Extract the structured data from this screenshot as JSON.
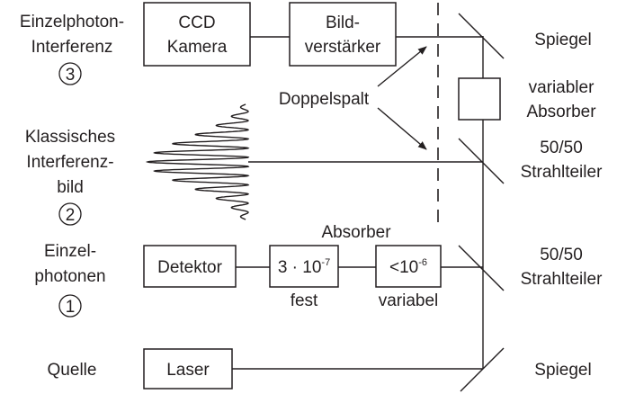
{
  "left_labels": {
    "level3_line1": "Einzelphoton-",
    "level3_line2": "Interferenz",
    "level3_number": "3",
    "level2_line1": "Klassisches",
    "level2_line2": "Interferenz-",
    "level2_line3": "bild",
    "level2_number": "2",
    "level1_line1": "Einzel-",
    "level1_line2": "photonen",
    "level1_number": "1",
    "source": "Quelle"
  },
  "boxes": {
    "ccd_line1": "CCD",
    "ccd_line2": "Kamera",
    "bild_line1": "Bild-",
    "bild_line2": "verstärker",
    "detektor": "Detektor",
    "fixed_abs_base": "3 · 10",
    "fixed_abs_exp": "-7",
    "var_abs_base": "<10",
    "var_abs_exp": "-6",
    "laser": "Laser"
  },
  "middle_labels": {
    "absorber": "Absorber",
    "fest": "fest",
    "variabel": "variabel",
    "doppelspalt": "Doppelspalt"
  },
  "right_labels": {
    "spiegel_top": "Spiegel",
    "var_absorber_line1": "variabler",
    "var_absorber_line2": "Absorber",
    "strahlteiler_mid_line1": "50/50",
    "strahlteiler_mid_line2": "Strahlteiler",
    "strahlteiler_low_line1": "50/50",
    "strahlteiler_low_line2": "Strahlteiler",
    "spiegel_bottom": "Spiegel"
  },
  "colors": {
    "ink": "#231f20",
    "background": "#ffffff"
  }
}
